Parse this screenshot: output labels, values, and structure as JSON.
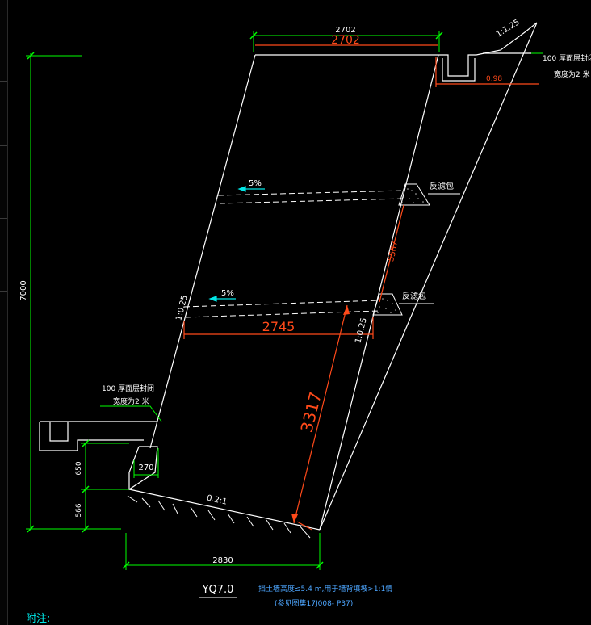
{
  "drawing": {
    "dim_top_white": "2702",
    "dim_top_orange": "2702",
    "dim_slope_top": "1:1.25",
    "dim_right_0_98": "0.98",
    "note_right_line1": "100 厚面层封闭",
    "note_right_line2": "宽度为2 米",
    "dim_height_total": "7000",
    "grade_upper": "5%",
    "grade_lower": "5%",
    "filter_upper": "反滤包",
    "filter_lower": "反滤包",
    "dim_5567": "5567",
    "dim_slope_left": "1:0.25",
    "dim_slope_mid": "1:0.25",
    "dim_mid_width": "2745",
    "dim_diag": "3317",
    "note_left_line1": "100 厚面层封闭",
    "note_left_line2": "宽度为2 米",
    "dim_650": "650",
    "dim_566": "566",
    "dim_270": "270",
    "dim_base_slope": "0.2:1",
    "dim_bottom": "2830",
    "title": "YQ7.0",
    "caption_line1": "挡土墙高度≤5.4 m,用于墙背填坡>1:1情",
    "caption_line2": "(参见图集17J008- P37)",
    "notes_heading": "附注:"
  },
  "colors": {
    "line_white": "#ffffff",
    "dim_green": "#00ff00",
    "dim_orange": "#ff4a1a",
    "text_white": "#ffffff",
    "text_cyan": "#00e6e6",
    "caption_blue": "#4da6ff"
  }
}
